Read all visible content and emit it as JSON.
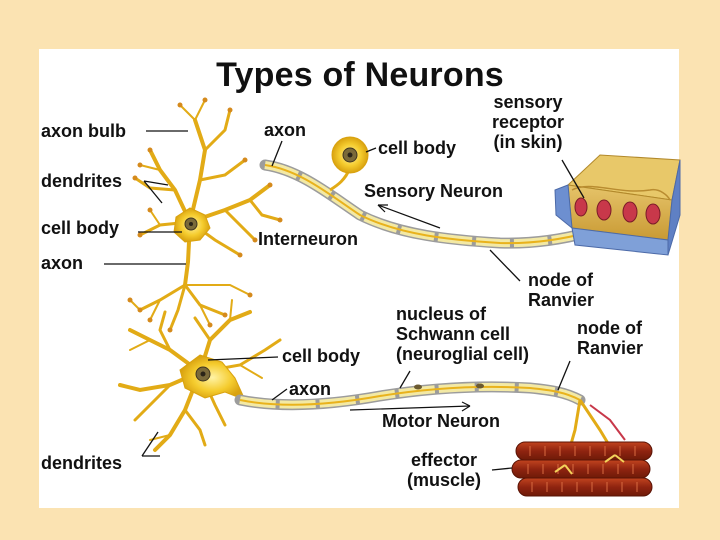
{
  "title": "Types of Neurons",
  "labels": {
    "axon_bulb": "axon bulb",
    "dendrites_top": "dendrites",
    "cell_body_inter": "cell body",
    "axon_inter": "axon",
    "axon_sensory": "axon",
    "cell_body_sensory": "cell body",
    "sensory_receptor": [
      "sensory",
      "receptor",
      "(in skin)"
    ],
    "sensory_neuron": "Sensory Neuron",
    "interneuron": "Interneuron",
    "node_ranvier_top": [
      "node of",
      "Ranvier"
    ],
    "nucleus_schwann": [
      "nucleus of",
      "Schwann cell",
      "(neuroglial cell)"
    ],
    "node_ranvier_bottom": [
      "node of",
      "Ranvier"
    ],
    "cell_body_motor": "cell body",
    "axon_motor": "axon",
    "motor_neuron": "Motor Neuron",
    "dendrites_bottom": "dendrites",
    "effector": [
      "effector",
      "(muscle)"
    ]
  },
  "colors": {
    "background": "#fbe3b2",
    "card": "#ffffff",
    "neuron_yellow": "#f2c21b",
    "myelin": "#f3e9a4",
    "axon_core": "#e9b21c",
    "skin": "#d9b34e",
    "muscle": "#9c2a14",
    "receptor": "#c8384a"
  }
}
